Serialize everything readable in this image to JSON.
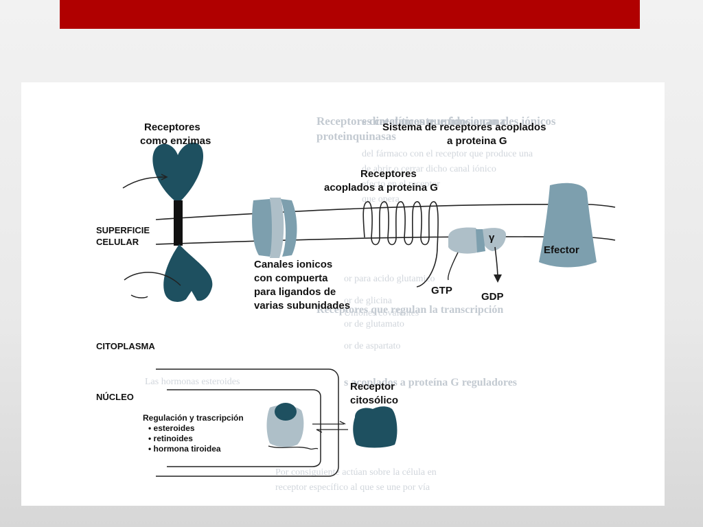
{
  "slide": {
    "title_bar_color": "#b00000",
    "figure": {
      "colors": {
        "dark_teal": "#1e5060",
        "mid_teal": "#7d9fae",
        "light_teal": "#aebfc8",
        "line": "#222222"
      },
      "labels": {
        "receptors_enzymes_1": "Receptores",
        "receptors_enzymes_2": "como enzimas",
        "cell_surface_1": "SUPERFICIE",
        "cell_surface_2": "CELULAR",
        "ion_channels_1": "Canales ionicos",
        "ion_channels_2": "con compuerta",
        "ion_channels_3": "para ligandos de",
        "ion_channels_4": "varias subunidades",
        "gprotein_system_1": "Sistema de receptores acoplados",
        "gprotein_system_2": "a proteina G",
        "gprotein_receptors_1": "Receptores",
        "gprotein_receptors_2": "acoplados a proteina G",
        "gamma": "γ",
        "effector": "Efector",
        "gtp": "GTP",
        "gdp": "GDP",
        "cytoplasm": "CITOPLASMA",
        "nucleus": "NÚCLEO",
        "regulation_title": "Regulación y trascripción",
        "regulation_items": [
          "• esteroides",
          "• retinoides",
          "• hormona tiroidea"
        ],
        "cytosolic_receptor_1": "Receptor",
        "cytosolic_receptor_2": "citosólico"
      },
      "bleed_through_text": [
        "Receptores catalíticos que funcionan c",
        "proteinquinasas",
        "s directamente unidos a canales iónicos",
        "del fármaco con el receptor que produce una",
        "de abrir o cerrar dicho canal iónico",
        "efecto en el receptor",
        "que opera",
        "Receptores que regulan la transcripción",
        "or para acido glutamico",
        "or de glicina",
        "or de glutamato",
        "or de aspartato",
        "s acoplados a proteína G reguladores",
        "Uniones covalentes",
        "Las hormonas esteroides",
        "Por consiguiente actúan sobre la célula en",
        "receptor específico al que se une por vía"
      ]
    }
  }
}
